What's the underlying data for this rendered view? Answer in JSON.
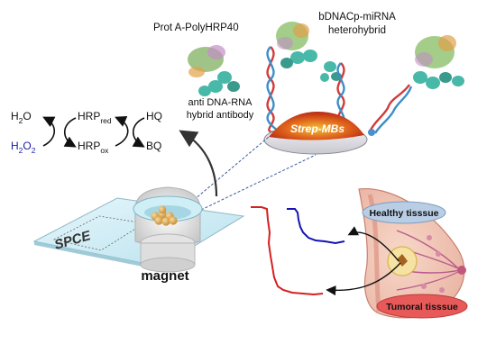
{
  "labels": {
    "prot_a": "Prot A-PolyHRP40",
    "hybrid_line1": "bDNACp-miRNA",
    "hybrid_line2": "heterohybrid",
    "antibody_line1": "anti DNA-RNA",
    "antibody_line2": "hybrid antibody",
    "strep_mbs": "Strep-MBs",
    "h2o": "H",
    "h2o_sub": "2",
    "h2o_end": "O",
    "h2o2": "H",
    "h2o2_sub1": "2",
    "h2o2_mid": "O",
    "h2o2_sub2": "2",
    "hrp_red": "HRP",
    "hrp_red_sub": "red",
    "hrp_ox": "HRP",
    "hrp_ox_sub": "ox",
    "hq": "HQ",
    "bq": "BQ",
    "spce": "SPCE",
    "magnet": "magnet",
    "healthy": "Healthy tisssue",
    "tumoral": "Tumoral tisssue"
  },
  "colors": {
    "h2o2": "#1a1aa8",
    "healthy_trace": "#1414b4",
    "tumoral_trace": "#d42020",
    "healthy_ellipse": "#b9cde4",
    "tumoral_ellipse": "#e85a5a",
    "bead": "#e8e8ec",
    "helix_red": "#d23a3a",
    "helix_blue": "#3c8ec8",
    "cloud": "#48b8a8"
  }
}
